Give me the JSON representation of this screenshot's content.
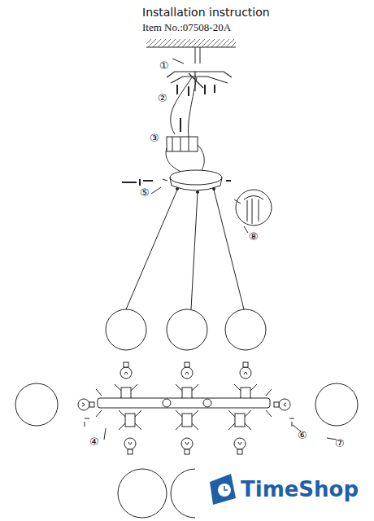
{
  "diagram": {
    "title": "Installation instruction",
    "labels": [
      "Item No.:07508-20A",
      "①",
      "②",
      "③",
      "⑤",
      "⑧",
      "④",
      "⑥",
      "⑦",
      "TimeShop"
    ]
  }
}
